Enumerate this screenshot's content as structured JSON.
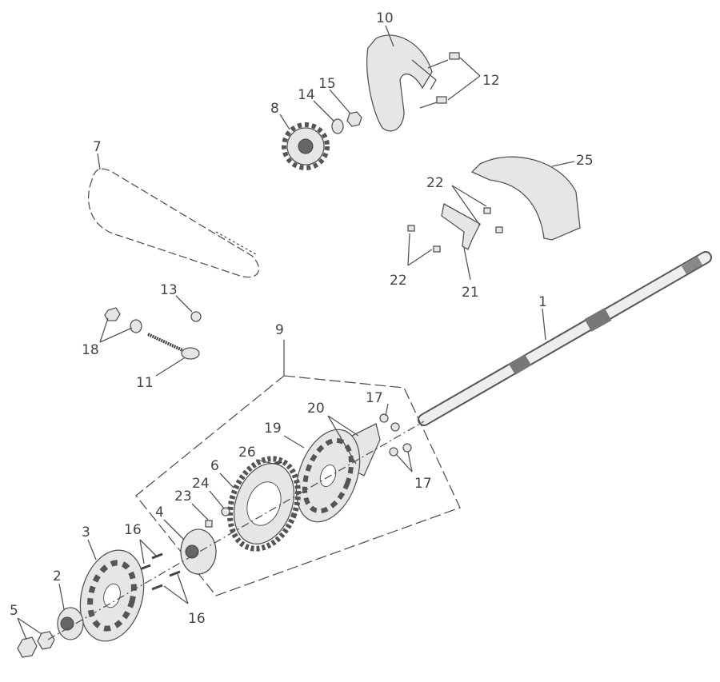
{
  "diagram": {
    "labels": {
      "p1": "1",
      "p2": "2",
      "p3": "3",
      "p4": "4",
      "p5": "5",
      "p6": "6",
      "p7": "7",
      "p8": "8",
      "p9": "9",
      "p10": "10",
      "p11": "11",
      "p12": "12",
      "p13": "13",
      "p14": "14",
      "p15": "15",
      "p16a": "16",
      "p16b": "16",
      "p17a": "17",
      "p17b": "17",
      "p18": "18",
      "p19": "19",
      "p20": "20",
      "p21": "21",
      "p22a": "22",
      "p22b": "22",
      "p23": "23",
      "p24": "24",
      "p25": "25",
      "p26": "26"
    }
  }
}
